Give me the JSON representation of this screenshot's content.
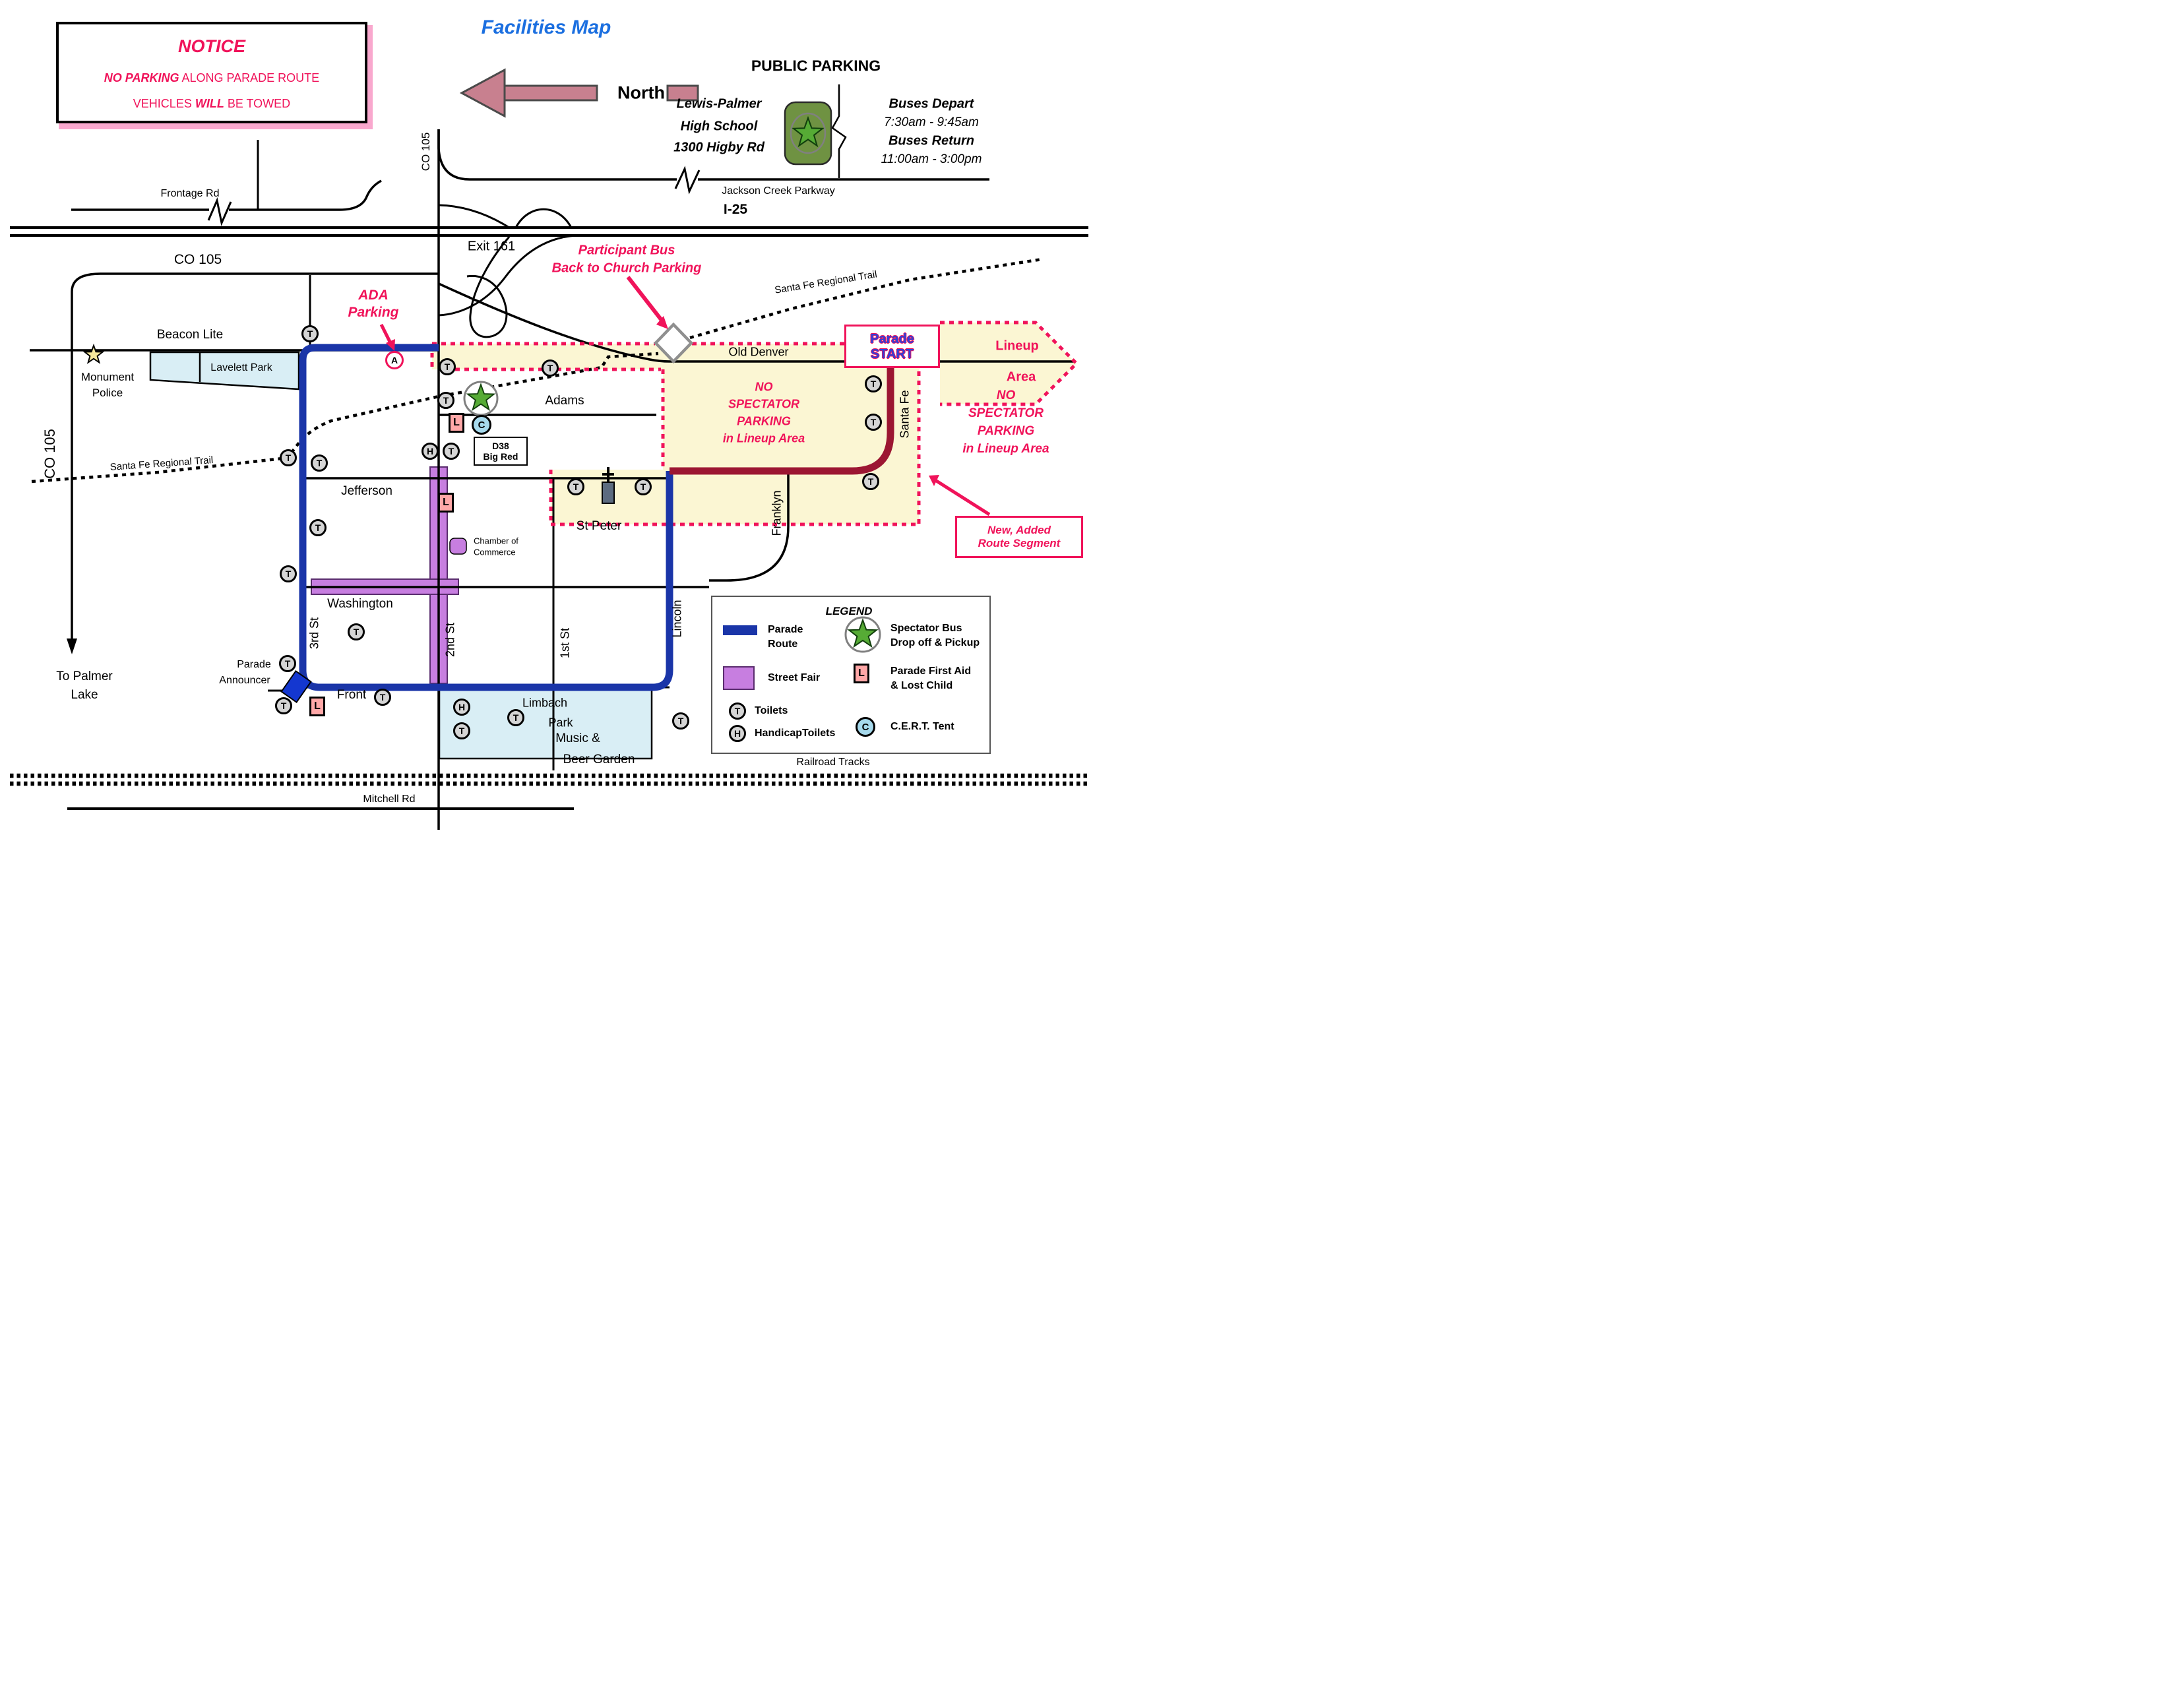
{
  "title": "Facilities Map",
  "notice": {
    "heading": "NOTICE",
    "line2_bold": "NO PARKING",
    "line2_rest": " ALONG PARADE ROUTE",
    "line3_pre": "VEHICLES ",
    "line3_bold": "WILL",
    "line3_post": " BE TOWED"
  },
  "north": {
    "label": "North"
  },
  "public_parking": {
    "title": "PUBLIC PARKING",
    "school_line1": "Lewis-Palmer",
    "school_line2": "High School",
    "school_line3": "1300 Higby Rd",
    "depart_label": "Buses Depart",
    "depart_time": "7:30am - 9:45am",
    "return_label": "Buses Return",
    "return_time": "11:00am - 3:00pm",
    "road": "Jackson Creek Parkway"
  },
  "roads": {
    "i25": "I-25",
    "exit": "Exit 161",
    "co105": "CO 105",
    "frontage": "Frontage Rd",
    "beacon_lite": "Beacon Lite",
    "old_denver": "Old Denver",
    "adams": "Adams",
    "jefferson": "Jefferson",
    "washington": "Washington",
    "front": "Front",
    "third": "3rd St",
    "second": "2nd St",
    "first": "1st St",
    "lincoln": "Lincoln",
    "franklyn": "Franklyn",
    "santa_fe": "Santa Fe",
    "mitchell": "Mitchell Rd",
    "railroad": "Railroad Tracks",
    "trail": "Santa Fe Regional Trail",
    "to_palmer_line1": "To Palmer",
    "to_palmer_line2": "Lake"
  },
  "places": {
    "lavelett": "Lavelett Park",
    "monument_line1": "Monument",
    "monument_line2": "Police",
    "st_peter": "St Peter",
    "limbach_line1": "Limbach",
    "limbach_line2": "Park",
    "music_line1": "Music &",
    "music_line2": "Beer Garden",
    "chamber_line1": "Chamber of",
    "chamber_line2": "Commerce",
    "d38_line1": "D38",
    "d38_line2": "Big Red"
  },
  "warnings": {
    "ada_line1": "ADA",
    "ada_line2": "Parking",
    "participant_line1": "Participant Bus",
    "participant_line2": "Back to Church Parking",
    "no_spectator": [
      "NO",
      "SPECTATOR",
      "PARKING",
      "in Lineup Area"
    ]
  },
  "lineup": {
    "line1": "Lineup",
    "line2": "Area"
  },
  "parade": {
    "start_line1": "Parade",
    "start_line2": "START",
    "announcer_line1": "Parade",
    "announcer_line2": "Announcer",
    "new_segment_line1": "New, Added",
    "new_segment_line2": "Route Segment"
  },
  "icons": {
    "toilet": "T",
    "handicap": "H",
    "lost_child": "L",
    "cert": "C",
    "ada": "A"
  },
  "colors": {
    "parade_route_blue": "#1A35A8",
    "new_segment_maroon": "#9C1632",
    "lineup_yellow": "#FBF6D3",
    "warning_pink": "#F0135A",
    "street_fair_purple": "#C77EE0",
    "park_blue": "#D9EEF5",
    "bus_green": "#6F9242",
    "star_green": "#56AB35",
    "title_blue": "#1B6FE0"
  },
  "legend": {
    "title": "LEGEND",
    "parade_route_line1": "Parade",
    "parade_route_line2": "Route",
    "street_fair": "Street Fair",
    "toilets": "Toilets",
    "handicap_toilets": "HandicapToilets",
    "spectator_line1": "Spectator Bus",
    "spectator_line2": "Drop off & Pickup",
    "first_aid_line1": "Parade First Aid",
    "first_aid_line2": "& Lost Child",
    "cert": "C.E.R.T. Tent"
  }
}
